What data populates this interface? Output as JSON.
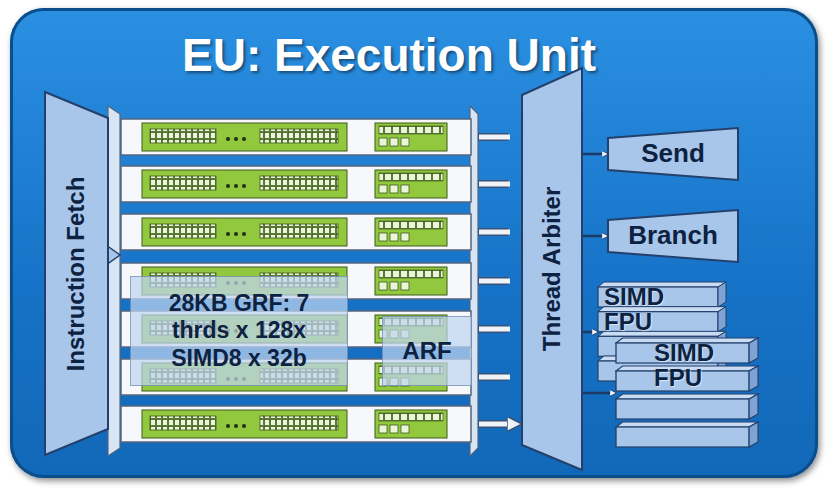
{
  "diagram": {
    "nodes": [
      {
        "text": [
          "EU: Execution Unit"
        ]
      },
      {
        "text": [
          "Instruction Fetch"
        ],
        "in": 0
      },
      {
        "text": [
          "28KB GRF: 7 thrds x 128x SIMD8 x 32b"
        ],
        "in": 0
      },
      {
        "text": [
          "ARF"
        ],
        "in": 0
      },
      {
        "text": [
          "Thread Arbiter"
        ],
        "in": 0
      },
      {
        "text": [
          "Send"
        ],
        "in": 0
      },
      {
        "text": [
          "Branch"
        ],
        "in": 0
      },
      {
        "text": [
          "SIMD FPU"
        ],
        "in": 0
      },
      {
        "text": [
          "SIMD FPU"
        ],
        "in": 0
      }
    ],
    "edges": [
      {
        "from": 4,
        "to": 5,
        "arrow": "to"
      },
      {
        "from": 4,
        "to": 6,
        "arrow": "to"
      },
      {
        "from": 4,
        "to": 7,
        "arrow": "to"
      },
      {
        "from": 4,
        "to": 8,
        "arrow": "to"
      }
    ]
  }
}
